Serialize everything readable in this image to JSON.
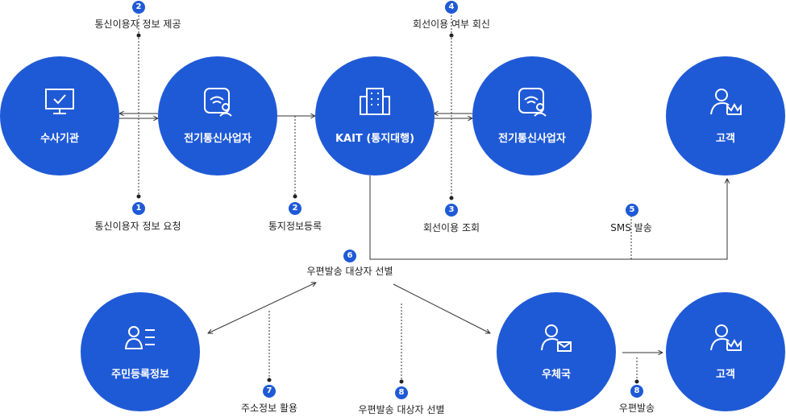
{
  "nodes": {
    "investigation_agency": "수사기관",
    "telecom_provider_1": "전기통신사업자",
    "kait": "KAIT (통지대행)",
    "telecom_provider_2": "전기통신사업자",
    "customer_1": "고객",
    "resident_registry": "주민등록정보",
    "post_office": "우체국",
    "customer_2": "고객"
  },
  "steps": {
    "s1": {
      "num": "1",
      "text": "통신이용자 정보 요청"
    },
    "s2_top": {
      "num": "2",
      "text": "통신이용자 정보 제공"
    },
    "s2_bottom": {
      "num": "2",
      "text": "통지정보등록"
    },
    "s3": {
      "num": "3",
      "text": "회선이용 조회"
    },
    "s4": {
      "num": "4",
      "text": "회선이용 여부 회신"
    },
    "s5": {
      "num": "5",
      "text": "SMS 발송"
    },
    "s6": {
      "num": "6",
      "text": "우편발송 대상자 선별"
    },
    "s7": {
      "num": "7",
      "text": "주소정보 활용"
    },
    "s8_mid": {
      "num": "8",
      "text": "우편발송 대상자 선별"
    },
    "s8_right": {
      "num": "8",
      "text": "우편발송"
    }
  },
  "colors": {
    "node": "#1f5ad6",
    "line": "#333333"
  },
  "icons": {
    "investigation_agency": "monitor-check-icon",
    "telecom_provider": "router-user-icon",
    "kait": "building-icon",
    "customer": "user-crown-icon",
    "resident_registry": "user-list-icon",
    "post_office": "user-mail-icon"
  }
}
